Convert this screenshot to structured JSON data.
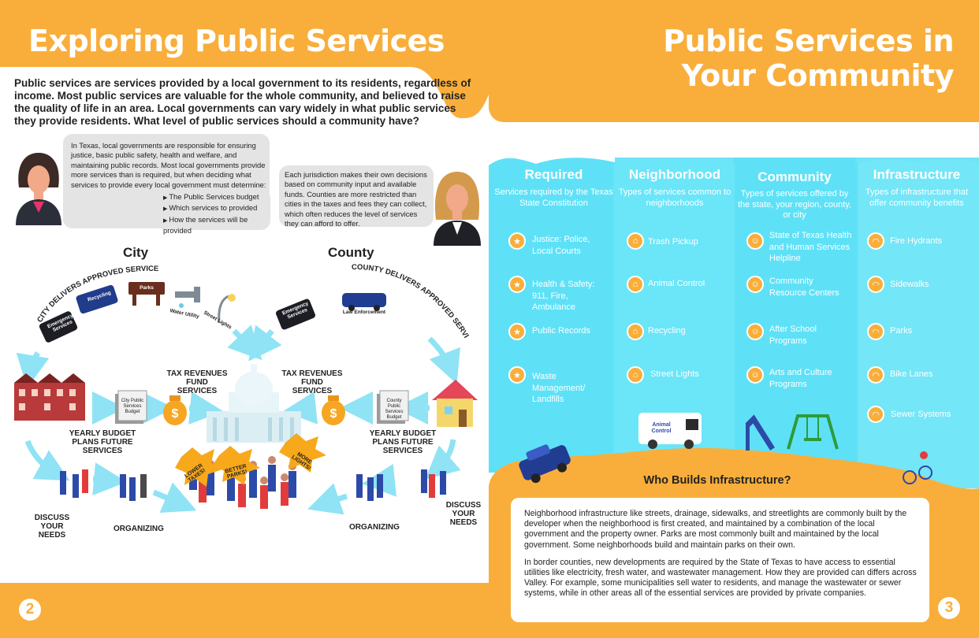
{
  "left_page": {
    "title": "Exploring Public Services",
    "intro": "Public services are services provided by a local government to its residents, regardless of income. Most public services are valuable for the whole community, and believed to raise the quality of life in an area. Local governments can vary widely in what public services they provide residents. What level of public services should a community have?",
    "bubble_left": {
      "text": "In Texas, local governments are responsible for ensuring justice, basic public safety, health and welfare, and maintaining public records. Most local governments provide more services than is required, but when deciding what services to provide every local government must determine:",
      "items": [
        "The Public Services budget",
        "Which services to provided",
        "How the services will be provided"
      ]
    },
    "bubble_right": {
      "text": "Each jurisdiction makes their own decisions based on community input and available funds. Counties are more restricted than cities in the taxes and fees they can collect, which often reduces the level of services they can afford to offer."
    },
    "diagram": {
      "city_label": "City",
      "county_label": "County",
      "city_arc": "CITY DELIVERS APPROVED SERVICES",
      "county_arc": "COUNTY DELIVERS APPROVED SERVICES",
      "emergency_label": "Emergency Services",
      "recycling_label": "Recycling",
      "parks_label": "Parks",
      "water_label": "Water Utility",
      "streetlights_label": "Street Lights",
      "law_label": "Law Enforcement",
      "tax_revenues": "TAX REVENUES FUND SERVICES",
      "city_budget_doc": "City Public Services Budget",
      "county_budget_doc": "County Public Services Budget",
      "yearly_budget": "YEARLY BUDGET PLANS FUTURE SERVICES",
      "discuss": "DISCUSS YOUR NEEDS",
      "organizing": "ORGANIZING",
      "signs": [
        "LOWER TAXES!",
        "BETTER PARKS!",
        "MORE LIGHTS!"
      ]
    },
    "page_number": "2"
  },
  "right_page": {
    "title": "Public Services in Your Community",
    "columns": [
      {
        "title": "Required",
        "subtitle": "Services required by the Texas State Constitution",
        "items": [
          "Justice: Police, Local Courts",
          "Health & Safety: 911, Fire, Ambulance",
          "Public Records",
          "Waste Management/ Landfills"
        ]
      },
      {
        "title": "Neighborhood",
        "subtitle": "Types of services common to neighborhoods",
        "items": [
          "Trash Pickup",
          "Animal Control",
          "Recycling",
          "Street Lights"
        ]
      },
      {
        "title": "Community",
        "subtitle": "Types of services offered by the state, your region, county, or city",
        "items": [
          "State of Texas Health and Human Services Helpline",
          "Community Resource Centers",
          "After School Programs",
          "Arts and Culture Programs"
        ]
      },
      {
        "title": "Infrastructure",
        "subtitle": "Types of infrastructure that offer community benefits",
        "items": [
          "Fire Hydrants",
          "Sidewalks",
          "Parks",
          "Bike Lanes",
          "Sewer Systems"
        ]
      }
    ],
    "animal_control_label": "Animal Control",
    "infra_box": {
      "heading": "Who Builds Infrastructure?",
      "paragraph1": "Neighborhood infrastructure like streets, drainage, sidewalks, and streetlights are commonly built by the developer when the neighborhood is first created, and maintained by a combination of the local government and the property owner. Parks are most commonly built and maintained by the local government. Some neighborhoods build and maintain parks on their own.",
      "paragraph2": "In border counties, new developments are required by the State of Texas to have access to essential utilities like electricity, fresh water, and wastewater management. How they are provided can differs across Valley. For example, some municipalities sell water to residents, and manage the wastewater or sewer systems, while in other areas all of the essential services are provided by private companies."
    },
    "page_number": "3"
  },
  "colors": {
    "orange": "#f9ae3b",
    "cyan": "#5ee1f7",
    "cyan_light": "#7fe9fa",
    "cyan_arrow": "#8fe3f5",
    "white": "#ffffff"
  }
}
